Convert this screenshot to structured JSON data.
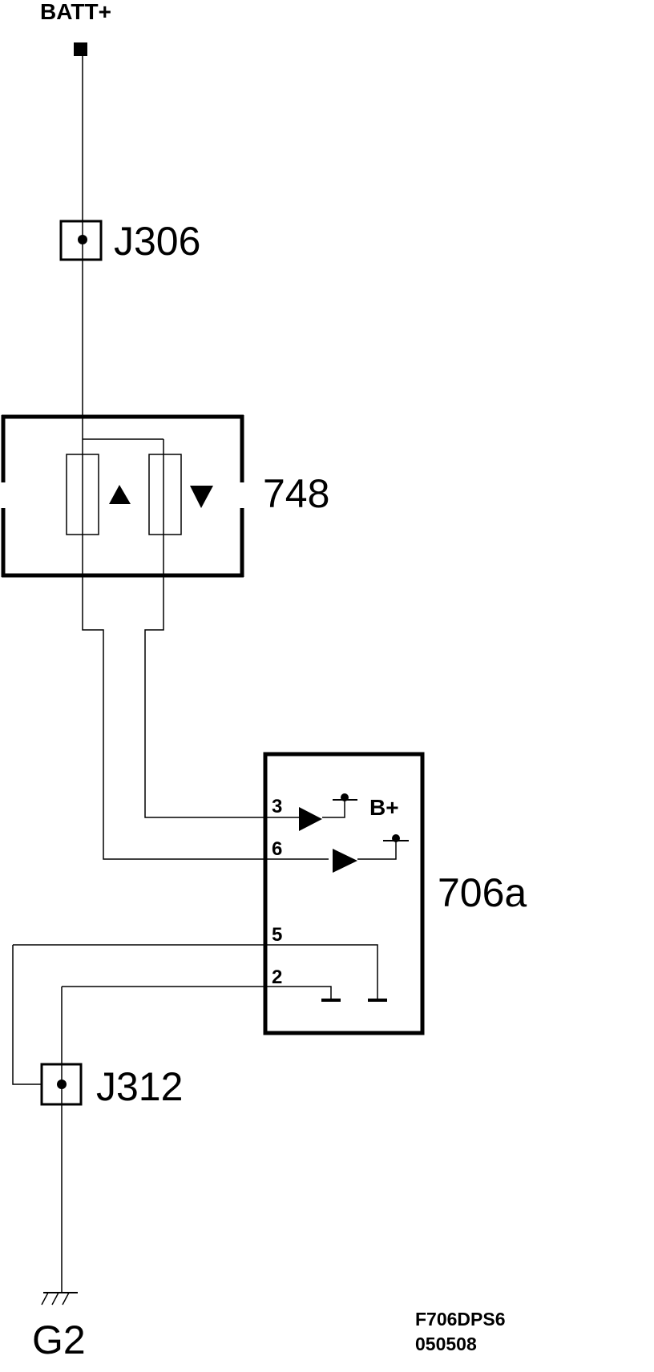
{
  "labels": {
    "batt": "BATT+",
    "j306": "J306",
    "c748": "748",
    "c706a": "706a",
    "bplus": "B+",
    "j312": "J312",
    "g2": "G2",
    "code1": "F706DPS6",
    "code2": "050508"
  },
  "pins": {
    "p3": "3",
    "p6": "6",
    "p5": "5",
    "p2": "2"
  },
  "icons": {
    "up_arrow": "triangle-up-icon",
    "down_arrow": "triangle-down-icon"
  }
}
